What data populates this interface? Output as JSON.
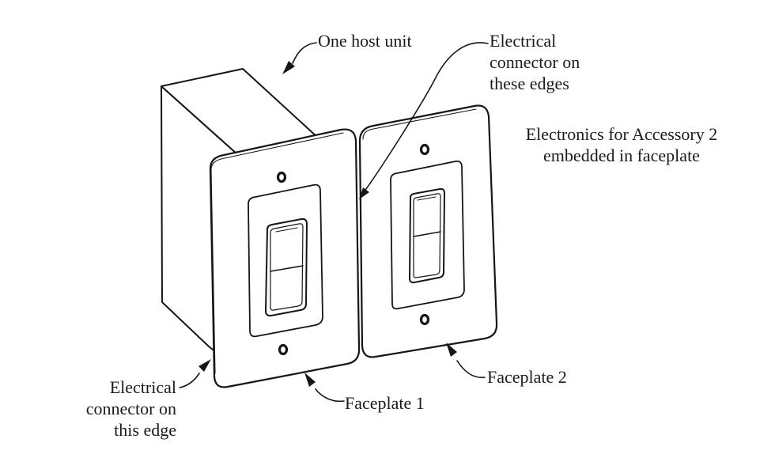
{
  "figure": {
    "colors": {
      "line": "#161616",
      "background": "#ffffff",
      "text": "#1b1b1b"
    },
    "labels": {
      "one_host_unit": "One host unit",
      "connector_these_edges": [
        "Electrical",
        "connector on",
        "these edges"
      ],
      "electronics_accessory": [
        "Electronics for Accessory 2",
        "embedded in faceplate"
      ],
      "connector_this_edge": [
        "Electrical",
        "connector on",
        "this edge"
      ],
      "faceplate1": "Faceplate 1",
      "faceplate2": "Faceplate 2"
    }
  }
}
